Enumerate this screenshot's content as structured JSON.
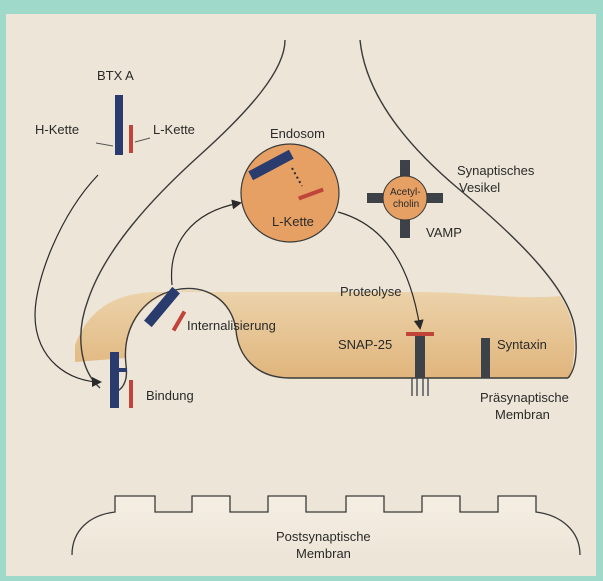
{
  "labels": {
    "toxin": "BTX A",
    "heavy_chain": "H-Kette",
    "light_chain": "L-Kette",
    "endosome": "Endosom",
    "endosome_light_chain": "L-Kette",
    "synaptic_vesicle_line1": "Synaptisches",
    "synaptic_vesicle_line2": "Vesikel",
    "acetylcholine_line1": "Acetyl-",
    "acetylcholine_line2": "cholin",
    "vamp": "VAMP",
    "proteolysis": "Proteolyse",
    "internalization": "Internalisierung",
    "snap25": "SNAP-25",
    "syntaxin": "Syntaxin",
    "binding": "Bindung",
    "presynaptic_membrane_line1": "Präsynaptische",
    "presynaptic_membrane_line2": "Membran",
    "postsynaptic_membrane_line1": "Postsynaptische",
    "postsynaptic_membrane_line2": "Membran"
  },
  "colors": {
    "frame": "#9fd9c9",
    "paper": "#ede6d8",
    "membrane_fill": "#e2b77f",
    "endosome_fill": "#e6a063",
    "heavy_chain_blue": "#2a3b6e",
    "light_chain_red": "#c0443a",
    "line": "#3a3a3a",
    "receptor": "#3d4148"
  }
}
